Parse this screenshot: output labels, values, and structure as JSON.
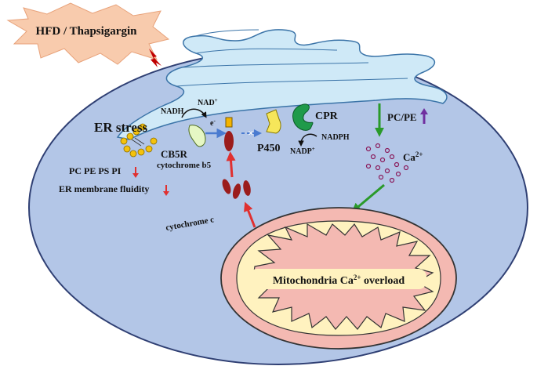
{
  "trigger": {
    "label": "HFD / Thapsigargin"
  },
  "er": {
    "stress_label": "ER stress",
    "nadh": "NADH",
    "nad_base": "NAD",
    "nad_sup": "+",
    "electron_base": "e",
    "electron_sup": "-",
    "cb5r": "CB5R",
    "cytochrome_b5": "cytochrome b5",
    "p450": "P450",
    "cpr": "CPR",
    "nadph": "NADPH",
    "nadp_base": "NADP",
    "nadp_sup": "+",
    "pc_pe": "PC/PE",
    "ca_base": "Ca",
    "ca_sup": "2+",
    "lipids": "PC PE PS PI",
    "fluidity": "ER membrane fluidity"
  },
  "mito": {
    "cytochrome_c": "cytochrome c",
    "overload_pre": "Mitochondria Ca",
    "overload_sup": "2+",
    "overload_post": " overload"
  },
  "colors": {
    "cell_fill": "#b3c6e7",
    "cell_stroke": "#2f3f73",
    "er_fill": "#cfe9f7",
    "er_stroke": "#3b74a8",
    "starburst_fill": "#f8cbad",
    "mito_outer": "#f4b9b2",
    "mito_inner": "#fff2bf",
    "green_arrow": "#2a9a2a",
    "red_arrow": "#e03030",
    "purple_arrow": "#7030a0",
    "heme": "#9b1c1c"
  }
}
